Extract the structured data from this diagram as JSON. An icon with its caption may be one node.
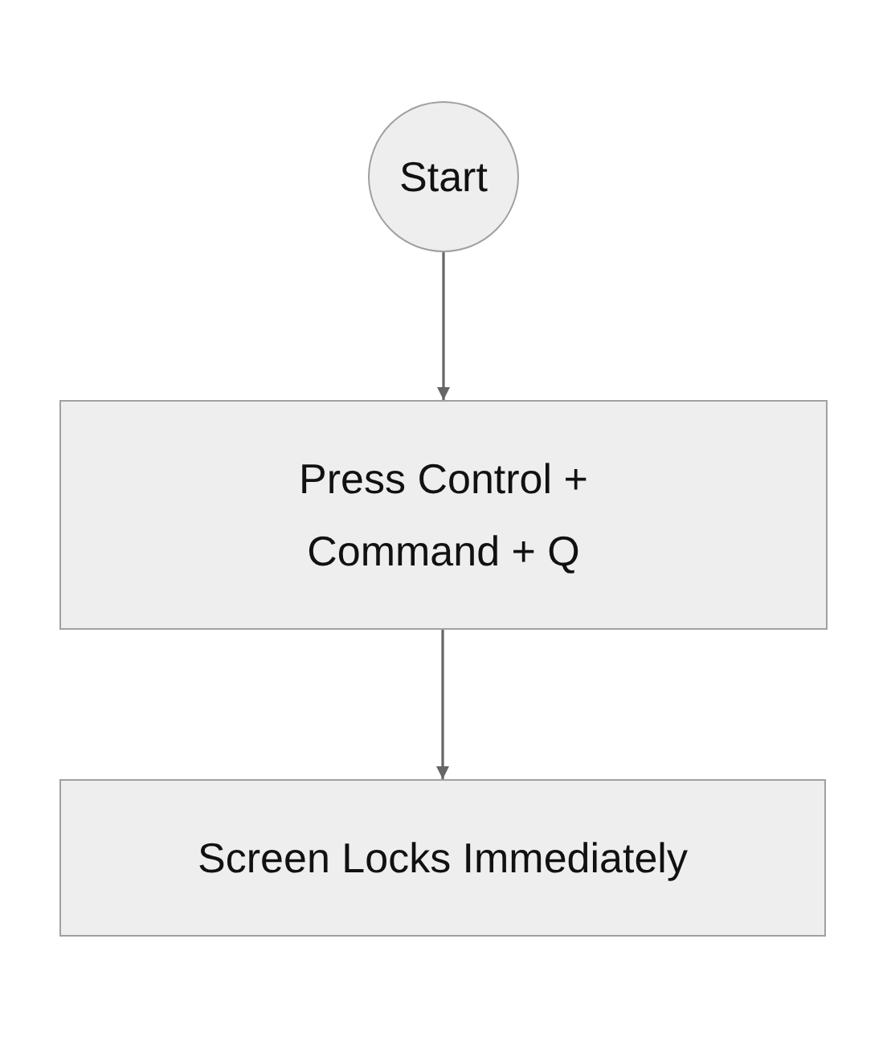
{
  "diagram": {
    "nodes": [
      {
        "text": [
          "Start"
        ]
      },
      {
        "text": [
          "Press Control + Command + Q"
        ]
      },
      {
        "text": [
          "Screen Locks Immediately"
        ]
      }
    ],
    "edges": [
      {
        "from": 0,
        "to": 1,
        "arrow": "to"
      },
      {
        "from": 1,
        "to": 2,
        "arrow": "to"
      }
    ]
  }
}
